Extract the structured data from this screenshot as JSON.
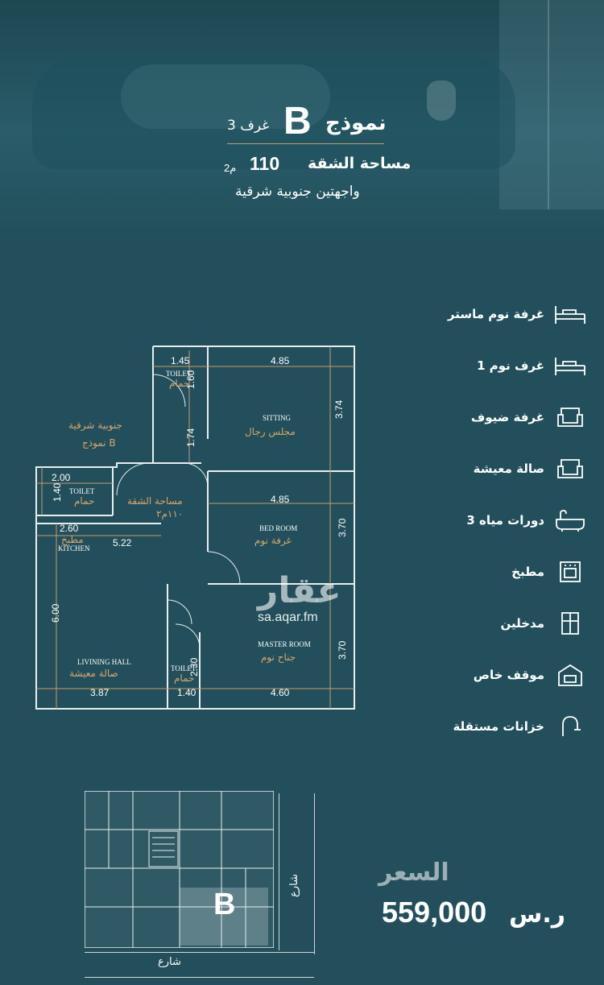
{
  "header": {
    "model_label": "نموذج",
    "model_letter": "B",
    "rooms_label": "3 غرف",
    "area_label": "مساحة الشقة",
    "area_value": "110",
    "area_unit": "2م",
    "facade": "واجهتين جنوبية شرقية"
  },
  "floorplan": {
    "dims": {
      "toilet1_w": "1.45",
      "toilet1_h": "1.60",
      "sitting_w": "4.85",
      "sitting_h": "3.74",
      "corridor_h": "1.74",
      "toilet2_w": "2.00",
      "toilet2_h": "1.40",
      "kitchen_w": "2.60",
      "hall_w_top": "5.22",
      "bed_w": "4.85",
      "bed_h": "3.70",
      "hall_h": "6.00",
      "master_h": "3.70",
      "hall_w": "3.87",
      "toilet3_w": "1.40",
      "master_w": "4.60",
      "toilet3_h": "2.30"
    },
    "rooms": {
      "toilet1_en": "TOILET",
      "toilet1_ar": "حمام",
      "sitting_en": "SITTING",
      "sitting_ar": "مجلس رجال",
      "facade_ar": "جنوبية شرقية",
      "model_ar": "نموذج B",
      "toilet2_en": "TOILET",
      "toilet2_ar": "حمام",
      "area_ar": "مساحة الشقة",
      "area_val_ar": "١١٠م٢",
      "bed_en": "BED ROOM",
      "bed_ar": "غرفة نوم",
      "kitchen_ar": "مطبخ",
      "kitchen_en": "KITCHEN",
      "hall_en": "LIVINING HALL",
      "hall_ar": "صالة معيشة",
      "master_en": "MASTER ROOM",
      "master_ar": "جناح نوم",
      "toilet3_en": "TOILET",
      "toilet3_ar": "حمام"
    }
  },
  "watermark": {
    "ar": "عقار",
    "url": "sa.aqar.fm"
  },
  "features": [
    {
      "label": "غرفة نوم ماستر",
      "icon": "bed-icon"
    },
    {
      "label": "1 غرف نوم",
      "icon": "bed-icon"
    },
    {
      "label": "غرفة ضيوف",
      "icon": "armchair-icon"
    },
    {
      "label": "صالة معيشة",
      "icon": "armchair-icon"
    },
    {
      "label": "3 دورات مياه",
      "icon": "bathtub-icon"
    },
    {
      "label": "مطبخ",
      "icon": "oven-icon"
    },
    {
      "label": "مدخلين",
      "icon": "window-icon"
    },
    {
      "label": "موقف خاص",
      "icon": "garage-icon"
    },
    {
      "label": "خزانات مستقلة",
      "icon": "faucet-icon"
    }
  ],
  "site": {
    "street_v": "شارع",
    "street_h": "شارع",
    "unit": "B"
  },
  "price": {
    "label": "السعر",
    "value": "559,000",
    "currency": "ر.س"
  }
}
